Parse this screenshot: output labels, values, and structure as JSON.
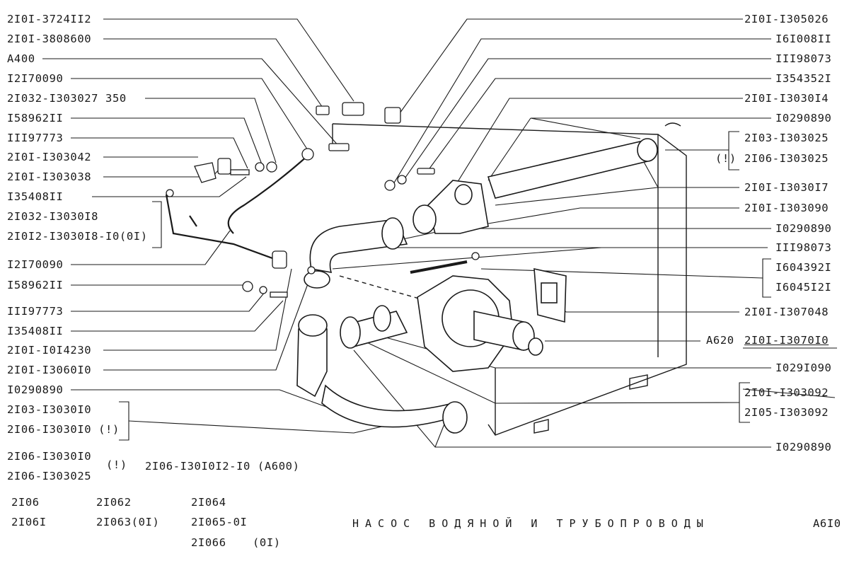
{
  "left_labels": [
    "2I0I-3724II2",
    "2I0I-3808600",
    "A400",
    "I2I70090",
    "2I032-I303027 350",
    "I58962II",
    "III97773",
    "2I0I-I303042",
    "2I0I-I303038",
    "I35408II",
    "2I032-I3030I8",
    "2I0I2-I3030I8-I0(0I)",
    "I2I70090",
    "I58962II",
    "III97773",
    "I35408II",
    "2I0I-I0I4230",
    "2I0I-I3060I0",
    "I0290890",
    "2I03-I3030I0",
    "2I06-I3030I0 (!)"
  ],
  "right_labels": [
    "2I0I-I305026",
    "I6I008II",
    "III98073",
    "I354352I",
    "2I0I-I3030I4",
    "I0290890",
    "2I03-I303025",
    "2I06-I303025",
    "(!)",
    "2I0I-I3030I7",
    "2I0I-I303090",
    "I0290890",
    "III98073",
    "I604392I",
    "I6045I2I",
    "2I0I-I307048",
    "A620",
    "2I0I-I3070I0",
    "I029I090",
    "2I0I-I303092",
    "2I05-I303092",
    "I0290890"
  ],
  "notes": {
    "bottom_left_1": "2I06-I3030I0",
    "bottom_left_2": "2I06-I303025",
    "excl": "(!)",
    "assembly": "2I06-I30I0I2-I0 (A600)"
  },
  "footer": {
    "models": [
      "2I06",
      "2I06I",
      "2I062",
      "2I063(0I)",
      "2I064",
      "2I065-0I",
      "2I066",
      "(0I)"
    ],
    "title": "НАСОС ВОДЯНОЙ И ТРУБОПРОВОДЫ",
    "page_code": "A6I0"
  },
  "colors": {
    "ink": "#1a1a1a",
    "paper": "#ffffff"
  }
}
